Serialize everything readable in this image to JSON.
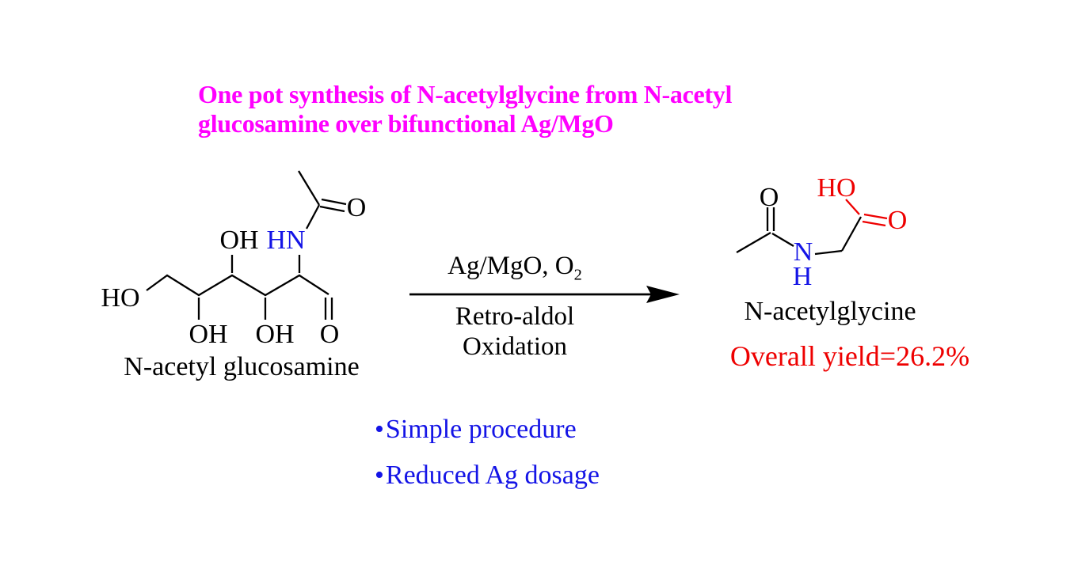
{
  "title": {
    "line1": "One pot synthesis of N-acetylglycine from N-acetyl",
    "line2": "glucosamine over bifunctional Ag/MgO"
  },
  "scheme": {
    "reactant": {
      "caption": "N-acetyl glucosamine",
      "atoms": {
        "ho": "HO",
        "oh": "OH",
        "hn": "HN",
        "o": "O"
      }
    },
    "arrow": {
      "catalyst": "Ag/MgO, O",
      "catalyst_sub": "2",
      "step1": "Retro-aldol",
      "step2": "Oxidation"
    },
    "product": {
      "caption": "N-acetylglycine",
      "yield": "Overall yield=26.2%",
      "atoms": {
        "o": "O",
        "ho": "HO",
        "n": "N",
        "h": "H"
      }
    }
  },
  "highlights": {
    "bullet": "•",
    "items": [
      "Simple procedure",
      "Reduced Ag dosage"
    ]
  },
  "colors": {
    "title_magenta": "#ff00ff",
    "heteroatom_blue": "#1414e6",
    "highlight_red": "#ee0000",
    "bond_black": "#000000"
  }
}
